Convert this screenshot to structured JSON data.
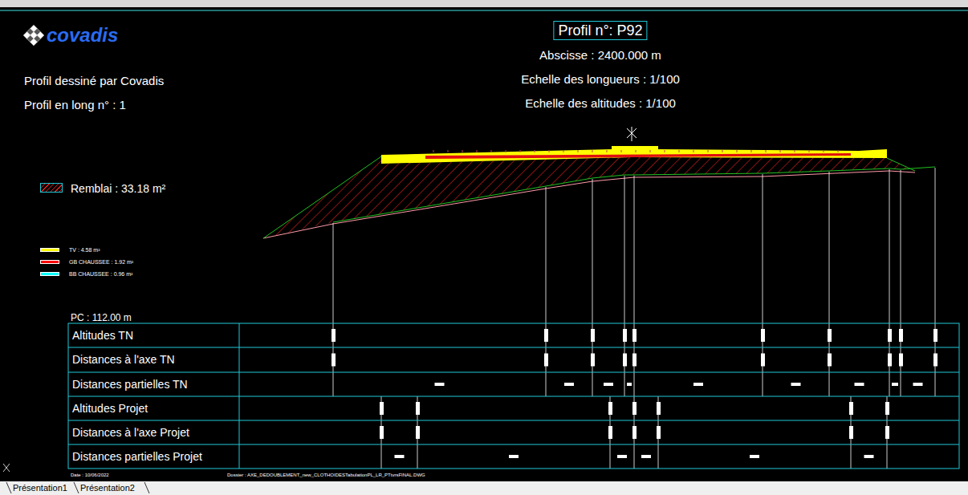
{
  "diagram": {
    "title": "Profil n°: P92",
    "labels": [
      "covadis",
      "Profil dessiné par Covadis",
      "Profil en long n° : 1",
      "Abscisse : 2400.000 m",
      "Echelle des longueurs : 1/100",
      "Echelle des altitudes : 1/100",
      "PC : 112.00 m",
      "Altitudes TN",
      "Distances à l'axe TN",
      "Distances partielles TN",
      "Altitudes Projet",
      "Distances à l'axe Projet",
      "Distances partielles Projet",
      "Date : 10/06/2022",
      "Dossier : AXE_DEDOUBLEMENT_new_CLOTHOIDESTabulationPL_LR_PTtvrsFINAL.DWG",
      "Présentation1",
      "Présentation2"
    ],
    "legend": [
      {
        "text": "Remblai : 33.18 m²"
      },
      {
        "text": "TV : 4.58 m²",
        "color": "#ffff00"
      },
      {
        "text": "GB CHAUSSEE : 1.92 m²",
        "color": "#ff0000"
      },
      {
        "text": "BB CHAUSSEE : 0.96 m²",
        "color": "#00ffff"
      }
    ]
  }
}
